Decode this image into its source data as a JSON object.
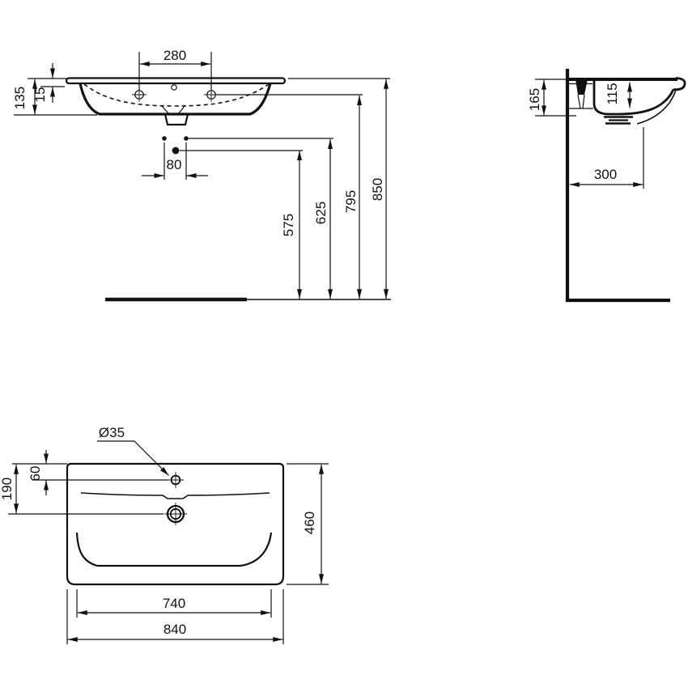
{
  "drawing": {
    "type": "sanitary-ware technical drawing, three orthographic views of a vanity washbasin",
    "units": "mm"
  },
  "front_view": {
    "tap_hole_spacing": "280",
    "front_height": "135",
    "rim_thickness": "15",
    "fixing_hole_spacing": "80",
    "drain_height_from_floor": "575",
    "fixing_holes_height": "625",
    "tap_deck_height": "795",
    "rim_height": "850"
  },
  "side_view": {
    "front_edge_height": "165",
    "basin_inner_depth": "115",
    "drain_wall_distance": "300"
  },
  "plan_view": {
    "tap_hole_diameter": "Ø35",
    "tap_hole_offset": "60",
    "drain_offset": "190",
    "overall_depth": "460",
    "basin_inner_width": "740",
    "overall_width": "840"
  }
}
